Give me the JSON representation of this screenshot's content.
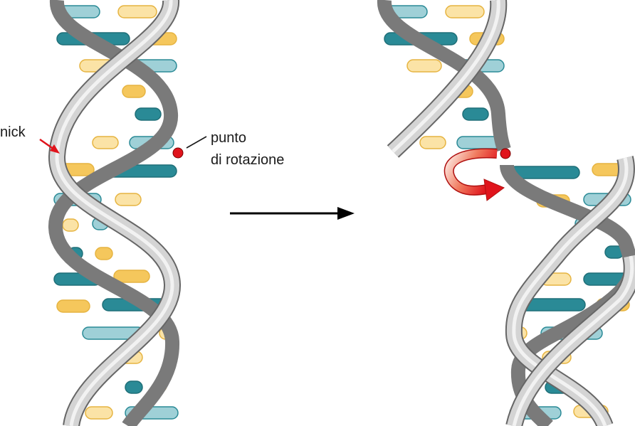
{
  "labels": {
    "nick": "nick",
    "pivot_line1": "punto",
    "pivot_line2": "di rotazione"
  },
  "colors": {
    "strand_light": "#d4d4d4",
    "strand_dark": "#7a7a7a",
    "strand_edge": "#666666",
    "base_dark_teal": "#2a8a96",
    "base_light_teal": "#9fd0d7",
    "base_yellow": "#f5c75c",
    "base_light_yellow": "#fbe3a6",
    "pivot_dot": "#e0141c",
    "rotation_arrow": "#e8321e",
    "process_arrow": "#000000",
    "nick_pointer": "#e0141c"
  },
  "icons": {
    "pivot": "pivot-point-dot",
    "rotation": "curved-rotation-arrow",
    "process": "right-arrow",
    "nick": "red-pointer-arrow"
  }
}
